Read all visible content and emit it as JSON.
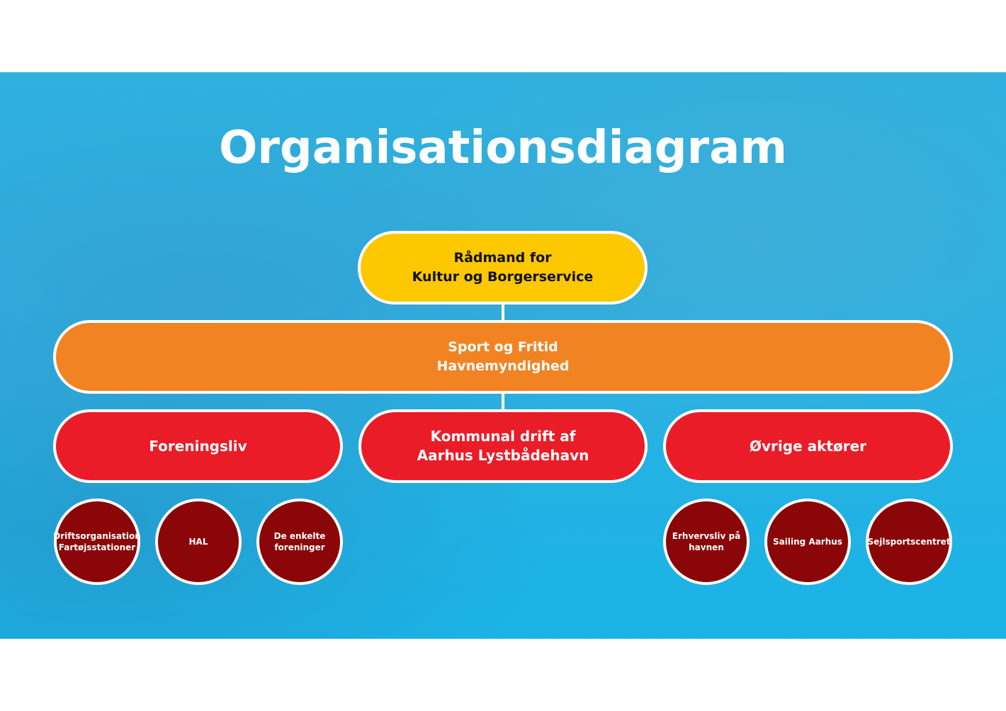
{
  "title": "Organisationsdiagram",
  "colors": {
    "yellow": "#fdc800",
    "orange": "#f28322",
    "red": "#ea1c28",
    "dark_red": "#8b0608",
    "background": "#27b2e3"
  },
  "top": {
    "label": "Rådmand for\nKultur og Borgerservice"
  },
  "second": {
    "label": "Sport og Fritid\nHavnemyndighed"
  },
  "branches": [
    {
      "label": "Foreningsliv"
    },
    {
      "label": "Kommunal drift af\nAarhus Lystbådehavn"
    },
    {
      "label": "Øvrige aktører"
    }
  ],
  "left_children": [
    {
      "label": "Driftsorganisation\nFartøjsstationer"
    },
    {
      "label": "HAL"
    },
    {
      "label": "De enkelte\nforeninger"
    }
  ],
  "right_children": [
    {
      "label": "Erhvervsliv på\nhavnen"
    },
    {
      "label": "Sailing Aarhus"
    },
    {
      "label": "Sejlsportscentret"
    }
  ]
}
